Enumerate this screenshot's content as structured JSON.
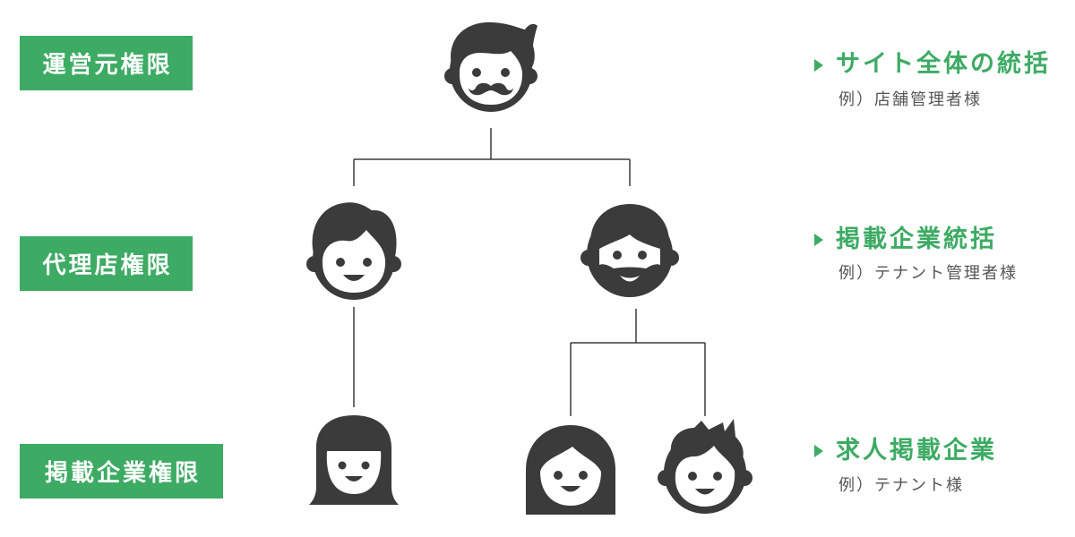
{
  "levels": [
    {
      "role_label": "運営元権限",
      "title": "サイト全体の統括",
      "example": "例）店舗管理者様"
    },
    {
      "role_label": "代理店権限",
      "title": "掲載企業統括",
      "example": "例）テナント管理者様"
    },
    {
      "role_label": "掲載企業権限",
      "title": "求人掲載企業",
      "example": "例）テナント様"
    }
  ],
  "tree": {
    "icon": "man-mustache-icon",
    "children": [
      {
        "icon": "woman-icon",
        "children": [
          {
            "icon": "girl-bob-hair-icon"
          }
        ]
      },
      {
        "icon": "bearded-man-icon",
        "children": [
          {
            "icon": "woman-long-hair-icon"
          },
          {
            "icon": "boy-spiky-hair-icon"
          }
        ]
      }
    ]
  },
  "colors": {
    "accent": "#3dab64",
    "ink": "#3b3b3b",
    "muted": "#555555",
    "background": "#ffffff"
  }
}
